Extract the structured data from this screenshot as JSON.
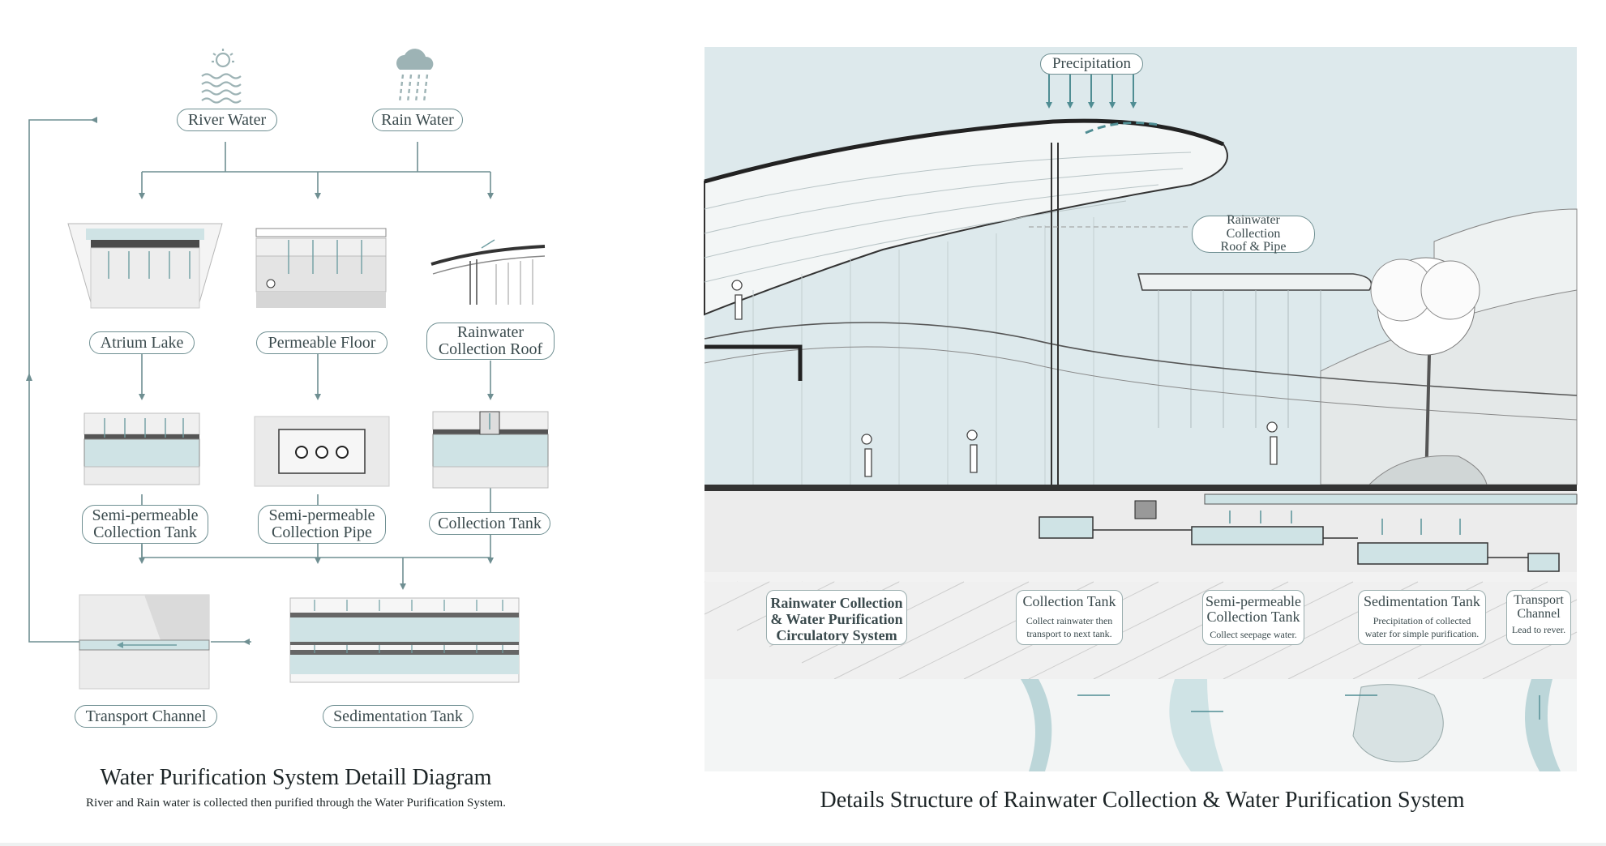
{
  "left": {
    "nodes": {
      "river_water": "River Water",
      "rain_water": "Rain Water",
      "atrium_lake": "Atrium Lake",
      "permeable_floor": "Permeable Floor",
      "rainwater_collection_roof": "Rainwater\nCollection Roof",
      "semi_permeable_collection_tank": "Semi-permeable\nCollection Tank",
      "semi_permeable_collection_pipe": "Semi-permeable\nCollection Pipe",
      "collection_tank": "Collection Tank",
      "transport_channel": "Transport Channel",
      "sedimentation_tank": "Sedimentation Tank"
    },
    "title": "Water Purification System Detaill Diagram",
    "subtitle": "River and Rain water  is collected then purified through the Water Purification System."
  },
  "right": {
    "precipitation": "Precipitation",
    "roof_label": "Rainwater Collection\nRoof & Pipe",
    "system_label": "Rainwater Collection\n& Water Purification\nCirculatory System",
    "boxes": [
      {
        "title": "Collection Tank",
        "desc": "Collect rainwater then\ntransport to next tank."
      },
      {
        "title": "Semi-permeable\nCollection Tank",
        "desc": "Collect seepage water."
      },
      {
        "title": "Sedimentation Tank",
        "desc": "Precipitation of collected\nwater for simple purification."
      },
      {
        "title": "Transport\nChannel",
        "desc": "Lead to rever."
      }
    ],
    "title": "Details Structure of Rainwater Collection & Water Purification System"
  },
  "colors": {
    "line": "#6f8f92",
    "water": "#cfe3e5",
    "sky": "#dde9ec",
    "ground": "#e7e7e7"
  }
}
